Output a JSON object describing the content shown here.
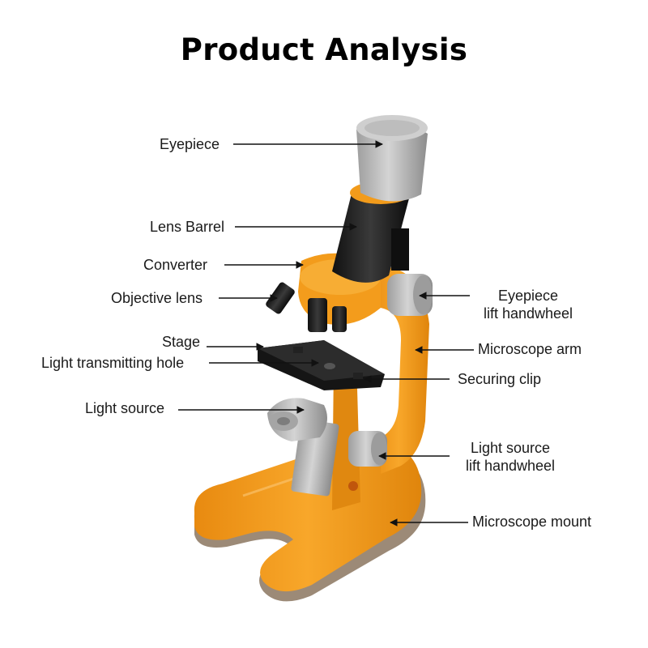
{
  "page": {
    "title": "Product Analysis"
  },
  "labels": {
    "eyepiece": "Eyepiece",
    "lens_barrel": "Lens Barrel",
    "converter": "Converter",
    "objective_lens": "Objective lens",
    "stage": "Stage",
    "light_transmitting_hole": "Light transmitting hole",
    "light_source": "Light source",
    "eyepiece_lift_handwheel_line1": "Eyepiece",
    "eyepiece_lift_handwheel_line2": "lift handwheel",
    "microscope_arm": "Microscope arm",
    "securing_clip": "Securing clip",
    "light_source_lift_handwheel_line1": "Light source",
    "light_source_lift_handwheel_line2": "lift handwheel",
    "microscope_mount": "Microscope mount"
  },
  "colors": {
    "body_orange": "#f5a01e",
    "dark_orange": "#d9820e",
    "black_part": "#1c1c1c",
    "gray_part": "#b9b9b9",
    "arrow": "#111111"
  }
}
